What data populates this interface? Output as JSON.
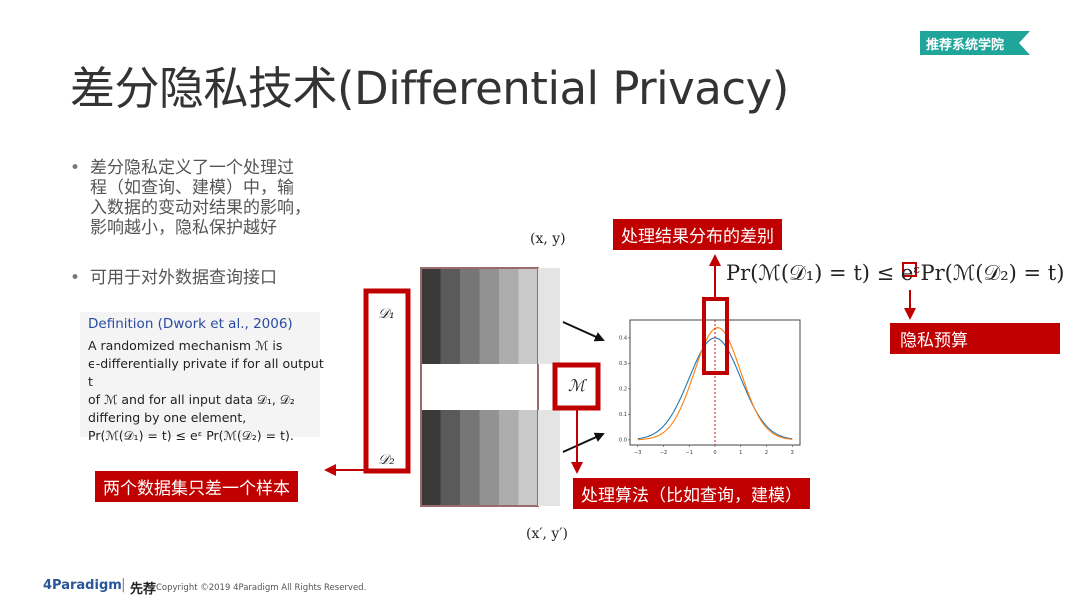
{
  "badge": {
    "text": "推荐系统学院"
  },
  "title": "差分隐私技术(Differential Privacy)",
  "bullets": [
    {
      "dot": "•",
      "lines": [
        "差分隐私定义了一个处理过",
        "程（如查询、建模）中，输",
        "入数据的变动对结果的影响，",
        "影响越小，隐私保护越好"
      ]
    },
    {
      "dot": "•",
      "lines": [
        "可用于对外数据查询接口"
      ]
    }
  ],
  "definition": {
    "title": "Definition (Dwork et al., 2006)",
    "lines": [
      "A randomized mechanism ℳ is",
      "ϵ-differentially private if for all output t",
      "of ℳ and for all input data 𝒟₁, 𝒟₂",
      "differing by one element,",
      "Pr(ℳ(𝒟₁) = t) ≤ eᵋ Pr(ℳ(𝒟₂) = t)."
    ]
  },
  "diagram": {
    "xy_top": "(x, y)",
    "xy_bottom": "(x′, y′)",
    "d1": "𝒟₁",
    "d2": "𝒟₂",
    "mechanism": "ℳ",
    "formula": "Pr(ℳ(𝒟₁) = t) ≤ eᵋPr(ℳ(𝒟₂) = t)",
    "label_result_diff": "处理结果分布的差别",
    "label_privacy_budget": "隐私预算",
    "label_algorithm": "处理算法（比如查询，建模）",
    "label_samples": "两个数据集只差一个样本",
    "stripe_colors": [
      "#3a3a3a",
      "#5a5a5a",
      "#767676",
      "#929292",
      "#adadad",
      "#c9c9c9"
    ],
    "accent_red": "#c00000"
  },
  "chart_data": {
    "type": "line",
    "title": "",
    "xlabel": "",
    "ylabel": "",
    "x_ticks": [
      "−3",
      "−2",
      "−1",
      "0",
      "1",
      "2",
      "3"
    ],
    "y_ticks": [
      "0.0",
      "0.1",
      "0.2",
      "0.3",
      "0.4"
    ],
    "xlim": [
      -3.3,
      3.3
    ],
    "ylim": [
      -0.02,
      0.47
    ],
    "vline_x": 0,
    "series": [
      {
        "name": "",
        "color": "#1f77b4",
        "mean": 0.0,
        "sd": 1.0,
        "peak": 0.4
      },
      {
        "name": "",
        "color": "#ff7f0e",
        "mean": 0.1,
        "sd": 0.9,
        "peak": 0.44
      }
    ]
  },
  "footer": {
    "logo_4paradigm": "4Paradigm",
    "logo_sep": "|",
    "logo_xianjian": "先荐",
    "copyright": "Copyright ©2019 4Paradigm All Rights Reserved."
  }
}
